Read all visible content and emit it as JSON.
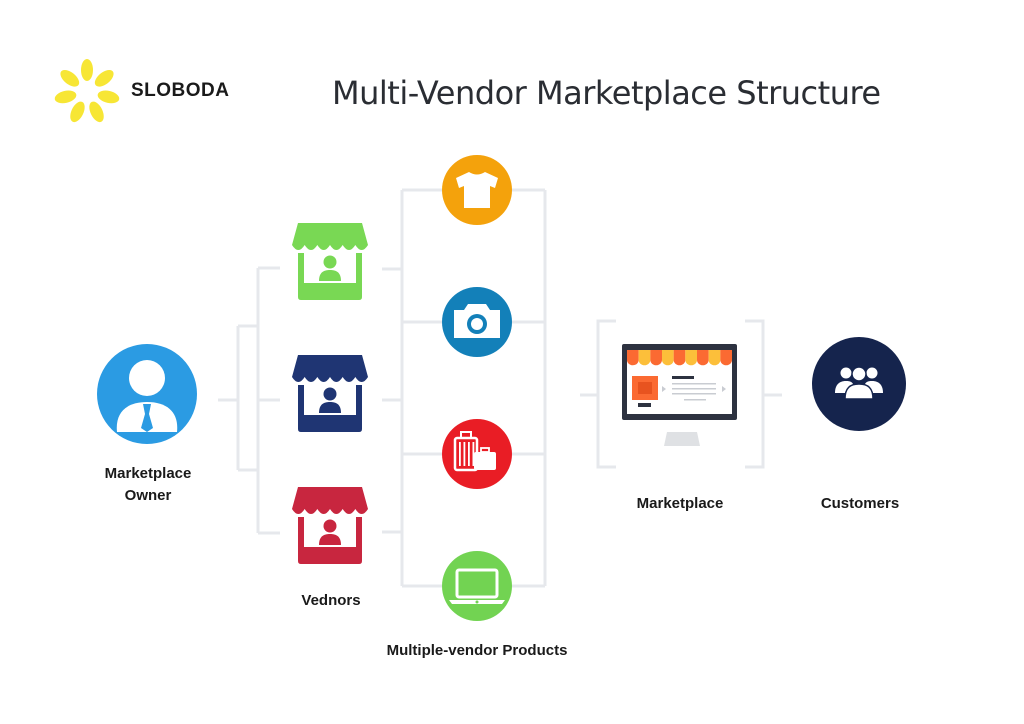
{
  "brand": {
    "name": "SLOBODA",
    "logo_color": "#f7e635"
  },
  "title": "Multi-Vendor Marketplace Structure",
  "nodes": {
    "owner": {
      "label_line1": "Marketplace",
      "label_line2": "Owner",
      "color": "#2b9be3",
      "icon": "businessman-icon"
    },
    "vendors": {
      "label": "Vednors",
      "items": [
        {
          "name": "vendor-1",
          "color": "#79d854",
          "icon": "storefront-icon"
        },
        {
          "name": "vendor-2",
          "color": "#1f3573",
          "icon": "storefront-icon"
        },
        {
          "name": "vendor-3",
          "color": "#c8263f",
          "icon": "storefront-icon"
        }
      ]
    },
    "products": {
      "label": "Multiple-vendor Products",
      "items": [
        {
          "name": "clothing",
          "color": "#f4a20c",
          "icon": "tshirt-icon"
        },
        {
          "name": "cameras",
          "color": "#1380b9",
          "icon": "camera-icon"
        },
        {
          "name": "luggage",
          "color": "#e91d25",
          "icon": "luggage-icon"
        },
        {
          "name": "electronics",
          "color": "#72d352",
          "icon": "laptop-icon"
        }
      ]
    },
    "marketplace": {
      "label": "Marketplace",
      "icon": "monitor-storefront-icon",
      "frame_color": "#2d3240",
      "awning_colors": [
        "#fb6a32",
        "#fcbf3a"
      ]
    },
    "customers": {
      "label": "Customers",
      "color": "#15244d",
      "icon": "users-group-icon"
    }
  },
  "connector_color": "#e6e8ec"
}
